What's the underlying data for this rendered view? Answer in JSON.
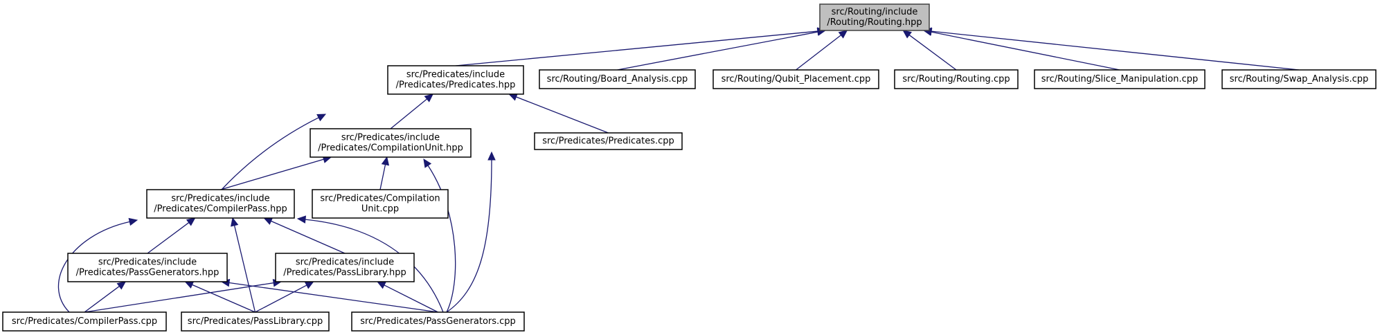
{
  "colors": {
    "edge": "#191970",
    "node_border": "#000000",
    "focus_fill": "#bfbfbf",
    "background": "#ffffff"
  },
  "nodes": [
    {
      "id": "routing_hpp",
      "lines": [
        "src/Routing/include",
        "/Routing/Routing.hpp"
      ],
      "focus": true
    },
    {
      "id": "predicates_hpp",
      "lines": [
        "src/Predicates/include",
        "/Predicates/Predicates.hpp"
      ]
    },
    {
      "id": "board_analysis_cpp",
      "lines": [
        "src/Routing/Board_Analysis.cpp"
      ]
    },
    {
      "id": "qubit_placement_cpp",
      "lines": [
        "src/Routing/Qubit_Placement.cpp"
      ]
    },
    {
      "id": "routing_cpp",
      "lines": [
        "src/Routing/Routing.cpp"
      ]
    },
    {
      "id": "slice_manipulation_cpp",
      "lines": [
        "src/Routing/Slice_Manipulation.cpp"
      ]
    },
    {
      "id": "swap_analysis_cpp",
      "lines": [
        "src/Routing/Swap_Analysis.cpp"
      ]
    },
    {
      "id": "compilationunit_hpp",
      "lines": [
        "src/Predicates/include",
        "/Predicates/CompilationUnit.hpp"
      ]
    },
    {
      "id": "predicates_cpp",
      "lines": [
        "src/Predicates/Predicates.cpp"
      ]
    },
    {
      "id": "compilerpass_hpp",
      "lines": [
        "src/Predicates/include",
        "/Predicates/CompilerPass.hpp"
      ]
    },
    {
      "id": "compilationunit_cpp",
      "lines": [
        "src/Predicates/Compilation",
        "Unit.cpp"
      ]
    },
    {
      "id": "passgenerators_hpp",
      "lines": [
        "src/Predicates/include",
        "/Predicates/PassGenerators.hpp"
      ]
    },
    {
      "id": "passlibrary_hpp",
      "lines": [
        "src/Predicates/include",
        "/Predicates/PassLibrary.hpp"
      ]
    },
    {
      "id": "compilerpass_cpp",
      "lines": [
        "src/Predicates/CompilerPass.cpp"
      ]
    },
    {
      "id": "passlibrary_cpp",
      "lines": [
        "src/Predicates/PassLibrary.cpp"
      ]
    },
    {
      "id": "passgenerators_cpp",
      "lines": [
        "src/Predicates/PassGenerators.cpp"
      ]
    }
  ],
  "edges": [
    {
      "from": "predicates_hpp",
      "to": "routing_hpp"
    },
    {
      "from": "board_analysis_cpp",
      "to": "routing_hpp"
    },
    {
      "from": "qubit_placement_cpp",
      "to": "routing_hpp"
    },
    {
      "from": "routing_cpp",
      "to": "routing_hpp"
    },
    {
      "from": "slice_manipulation_cpp",
      "to": "routing_hpp"
    },
    {
      "from": "swap_analysis_cpp",
      "to": "routing_hpp"
    },
    {
      "from": "compilationunit_hpp",
      "to": "predicates_hpp"
    },
    {
      "from": "predicates_cpp",
      "to": "predicates_hpp"
    },
    {
      "from": "compilerpass_hpp",
      "to": "predicates_hpp"
    },
    {
      "from": "passgenerators_cpp",
      "to": "predicates_hpp"
    },
    {
      "from": "compilerpass_hpp",
      "to": "compilationunit_hpp"
    },
    {
      "from": "compilationunit_cpp",
      "to": "compilationunit_hpp"
    },
    {
      "from": "passgenerators_cpp",
      "to": "compilationunit_hpp"
    },
    {
      "from": "passgenerators_hpp",
      "to": "compilerpass_hpp"
    },
    {
      "from": "passlibrary_hpp",
      "to": "compilerpass_hpp"
    },
    {
      "from": "compilerpass_cpp",
      "to": "compilerpass_hpp"
    },
    {
      "from": "passlibrary_cpp",
      "to": "compilerpass_hpp"
    },
    {
      "from": "passgenerators_cpp",
      "to": "compilerpass_hpp"
    },
    {
      "from": "compilerpass_cpp",
      "to": "passgenerators_hpp"
    },
    {
      "from": "passlibrary_cpp",
      "to": "passgenerators_hpp"
    },
    {
      "from": "passgenerators_cpp",
      "to": "passgenerators_hpp"
    },
    {
      "from": "compilerpass_cpp",
      "to": "passlibrary_hpp"
    },
    {
      "from": "passlibrary_cpp",
      "to": "passlibrary_hpp"
    },
    {
      "from": "passgenerators_cpp",
      "to": "passlibrary_hpp"
    }
  ]
}
